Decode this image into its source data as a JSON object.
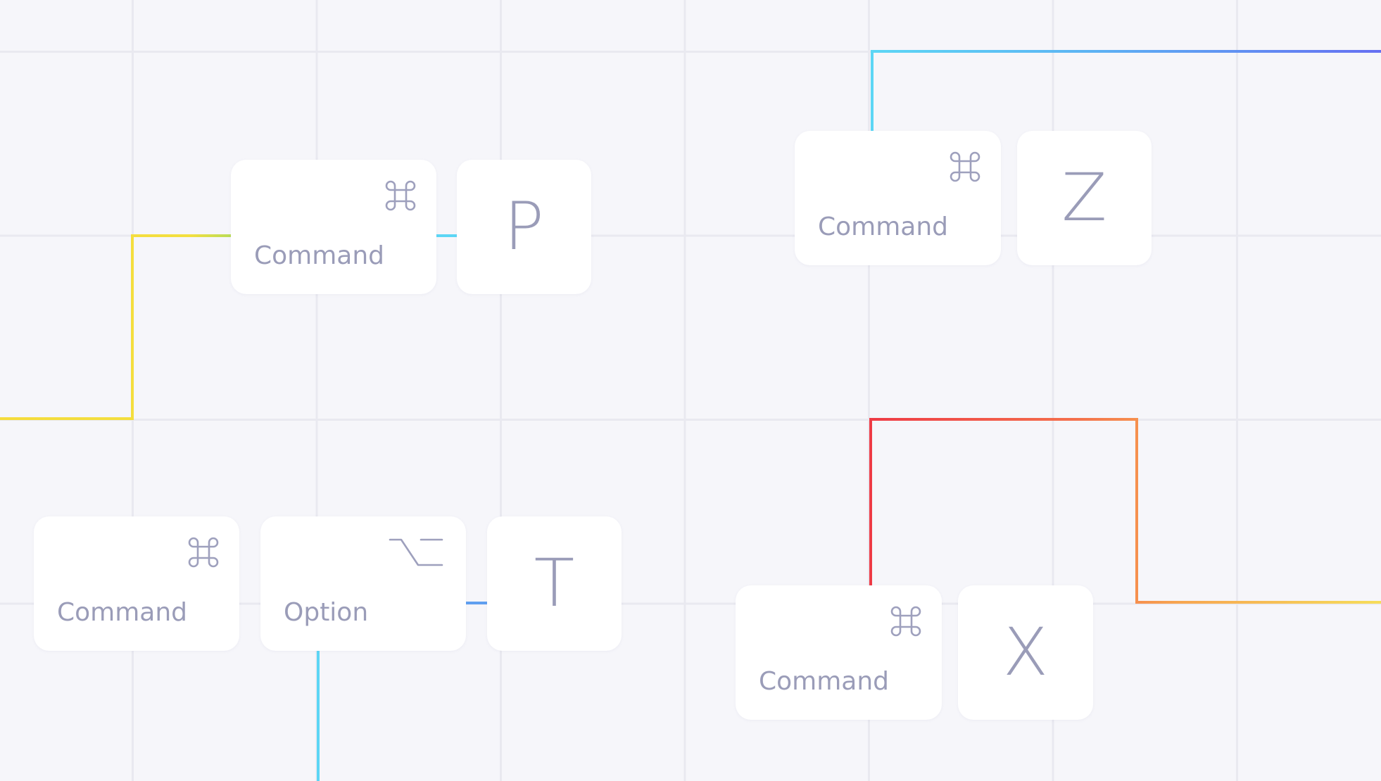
{
  "keys": [
    {
      "kind": "modifier",
      "glyph": "command-icon",
      "label": "Command"
    },
    {
      "kind": "letter",
      "label": "P"
    },
    {
      "kind": "modifier",
      "glyph": "command-icon",
      "label": "Command"
    },
    {
      "kind": "letter",
      "label": "Z"
    },
    {
      "kind": "modifier",
      "glyph": "command-icon",
      "label": "Command"
    },
    {
      "kind": "modifier",
      "glyph": "option-icon",
      "label": "Option"
    },
    {
      "kind": "letter",
      "label": "T"
    },
    {
      "kind": "modifier",
      "glyph": "command-icon",
      "label": "Command"
    },
    {
      "kind": "letter",
      "label": "X"
    }
  ],
  "colors": {
    "background": "#f6f6fa",
    "grid": "#e9e9f0",
    "key_surface": "#ffffff",
    "key_text": "#9a9cb8",
    "wire_yellow": "#f5dc3c",
    "wire_cyan": "#5cd6f5",
    "wire_blue": "#6670f2",
    "wire_red": "#ee3b45",
    "wire_orange": "#f7a550"
  }
}
